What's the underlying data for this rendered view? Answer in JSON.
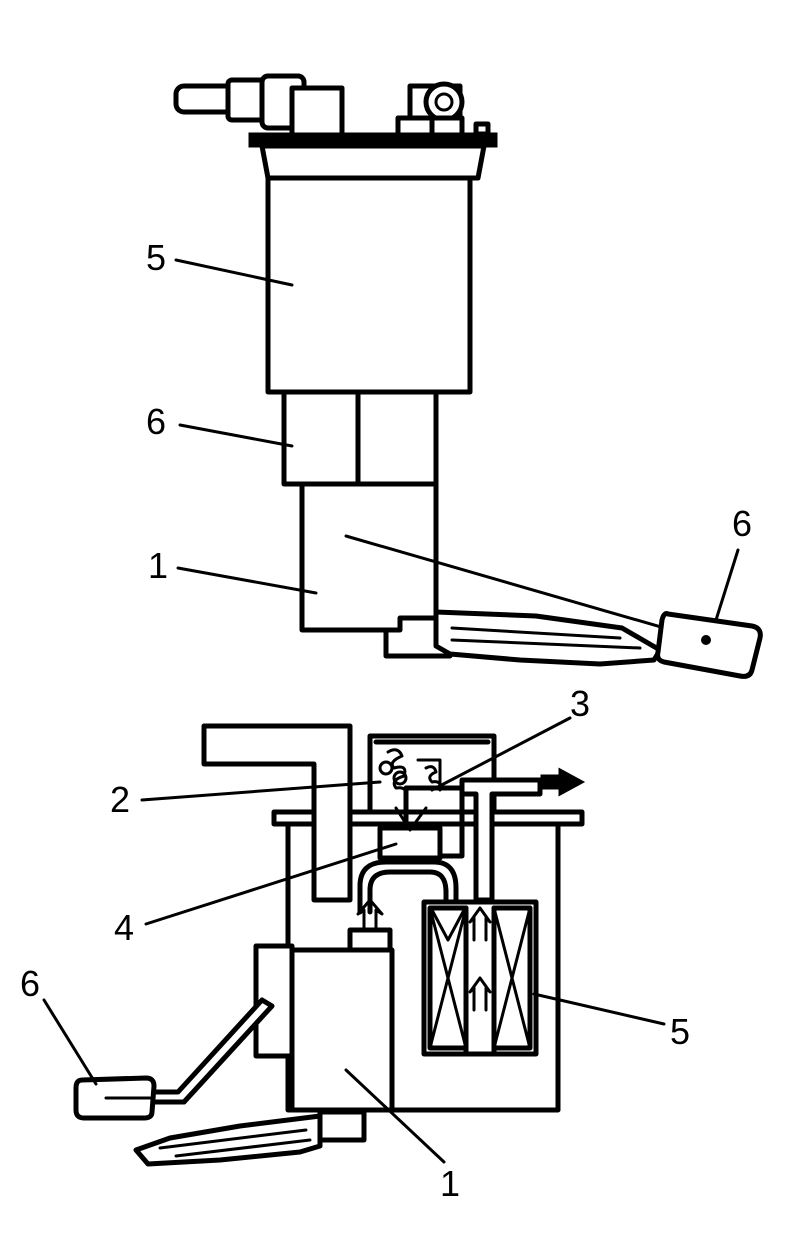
{
  "top_view": {
    "callouts": [
      {
        "key": "lbl5",
        "text": "5"
      },
      {
        "key": "lbl6a",
        "text": "6"
      },
      {
        "key": "lbl1",
        "text": "1"
      },
      {
        "key": "lbl6b",
        "text": "6"
      }
    ]
  },
  "section_view": {
    "callouts": [
      {
        "key": "lbl3",
        "text": "3"
      },
      {
        "key": "lbl2",
        "text": "2"
      },
      {
        "key": "lbl4",
        "text": "4"
      },
      {
        "key": "lbl6",
        "text": "6"
      },
      {
        "key": "lbl5",
        "text": "5"
      },
      {
        "key": "lbl1",
        "text": "1"
      }
    ]
  },
  "colors": {
    "line": "#000000",
    "background": "#ffffff"
  }
}
